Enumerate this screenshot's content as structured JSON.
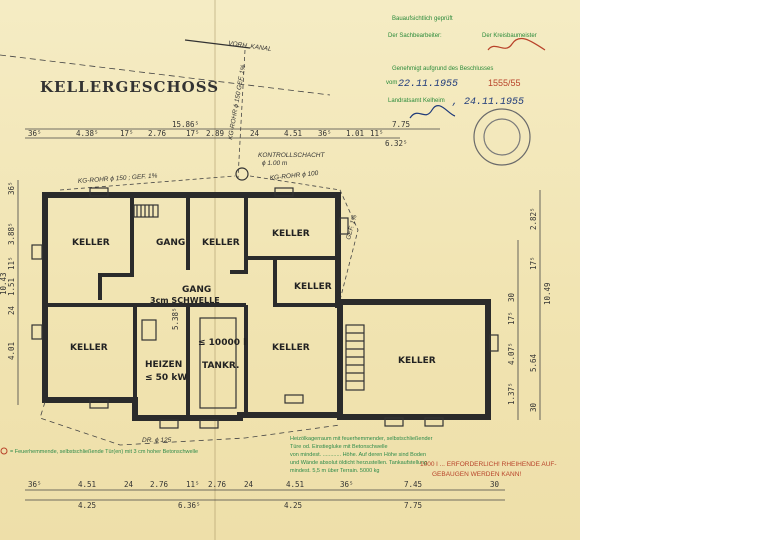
{
  "title": "KELLERGESCHOSS",
  "rooms": {
    "keller_nw": "KELLER",
    "gang_top": "GANG",
    "keller_mid": "KELLER",
    "keller_ne": "KELLER",
    "gang_center": "GANG",
    "schwelle": "3cm SCHWELLE",
    "keller_e": "KELLER",
    "keller_sw": "KELLER",
    "heizen": "HEIZEN",
    "heizen_kw": "≤ 50 kW",
    "tank_capacity": "≤ 10000 l",
    "tankr": "TANKR.",
    "keller_s": "KELLER",
    "keller_big": "KELLER"
  },
  "pipes": {
    "kanal": "VORH. KANAL",
    "kgrohr_top": "KG-ROHR ϕ 150 ; GEF. 1%",
    "kgrohr_diag": "KG-ROHR ϕ 150 GEF. 1%",
    "kontroll": "KONTROLLSCHACHT",
    "kontroll_size": "ϕ 1.00 m",
    "kgrohr_mid": "KG-ROHR ϕ 100",
    "gef_right": "GEF. 1%"
  },
  "dims_top1": [
    "36⁵",
    "4.38⁵",
    "17⁵",
    "2.76",
    "17⁵",
    "2.89",
    "24",
    "4.51",
    "36⁵",
    "1.01",
    "11⁵"
  ],
  "dims_top2": [
    "15.86⁵",
    "7.75",
    "6.32⁵"
  ],
  "dims_left": [
    "36⁵",
    "3.88⁵",
    "11⁵",
    "1.51",
    "24",
    "4.01",
    "10.43"
  ],
  "dims_right": [
    "2.82⁵",
    "17⁵",
    "10.49",
    "30",
    "17⁵",
    "4.07⁵",
    "5.64",
    "1.37⁵",
    "30"
  ],
  "dim_538": "5.38⁵",
  "dims_bottom1": [
    "36⁵",
    "4.51",
    "24",
    "2.76",
    "11⁵",
    "2.76",
    "24",
    "4.51",
    "36⁵",
    "7.45",
    "30"
  ],
  "dims_bottom2": [
    "4.25",
    "6.36⁵",
    "4.25",
    "7.75"
  ],
  "drain_bottom": "DR. ϕ 125",
  "approval": {
    "line1": "Bauaufsichtlich geprüft",
    "line2": "Der Sachbearbeiter:",
    "line3": "Der Kreisbaumeister",
    "line4": "Genehmigt aufgrund des Beschlusses",
    "date1_prefix": "vom",
    "date1": "22.11.1955",
    "ref": "1555/55",
    "line5": "Landratsamt Kelheim",
    "date2": ", 24.11.1955"
  },
  "legend_symbol": "= Feuerhemmende, selbstschließende Tür(en) mit 3 cm hoher Betonschwelle",
  "green_notes": [
    "Heizölkagerraum mit feuerhemmender, selbstschließender",
    "Türe od. Einstiegluke mit Betonschwelle",
    "von mindest. ............ Höhe. Auf deren Höhe sind Boden",
    "und Wände absolut öldicht herzustellen. Tankaufstellung",
    "mindest. 5,5 m über Terrain. 5000 kg"
  ],
  "red_note_1": "1000 l ... ERFORDERLICH! RHEIHENDE AUF-",
  "red_note_2": "GEBAUGEN WERDEN KANN!",
  "colors": {
    "paper": "#f3e8bb",
    "ink": "#2b2b2b",
    "green": "#2a8a3a",
    "blue": "#1f3a7a",
    "red": "#b8432a"
  }
}
